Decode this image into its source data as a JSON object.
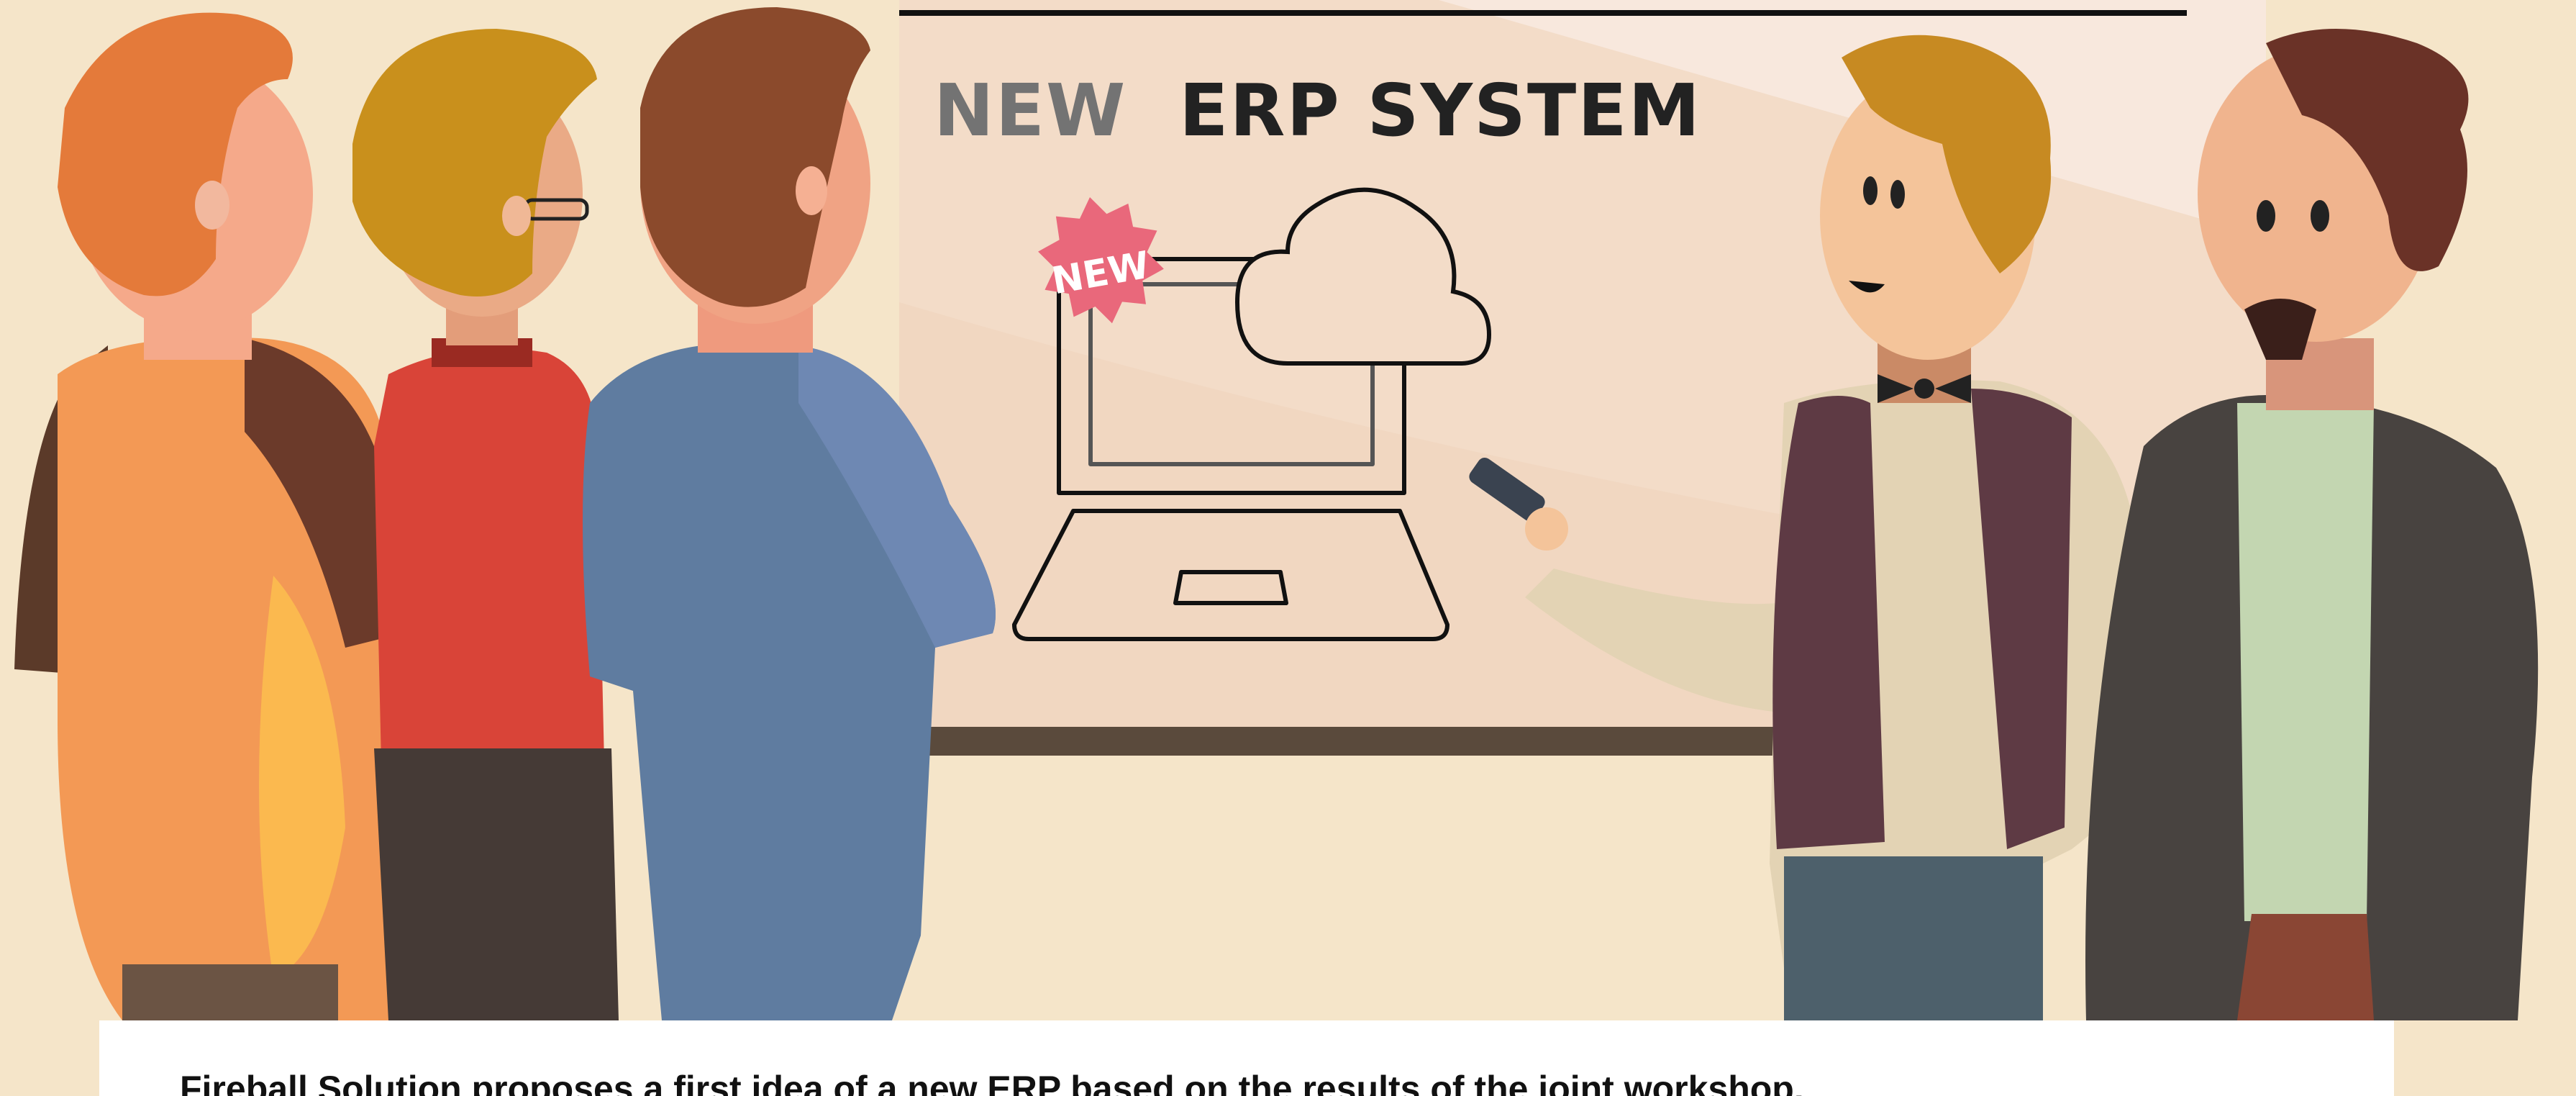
{
  "slide": {
    "title_prefix": "NEW",
    "title_rest": "ERP SYSTEM",
    "badge_label": "NEW"
  },
  "caption": {
    "text": "Fireball Solution proposes a first idea of a new ERP based on the results of the joint workshop."
  },
  "colors": {
    "background": "#f5e5c9",
    "board": "#f3dcc8",
    "badge": "#e9687b",
    "title_dark": "#222222",
    "title_gray": "#737373"
  },
  "icons": [
    "laptop-icon",
    "cloud-icon",
    "new-badge-icon"
  ]
}
